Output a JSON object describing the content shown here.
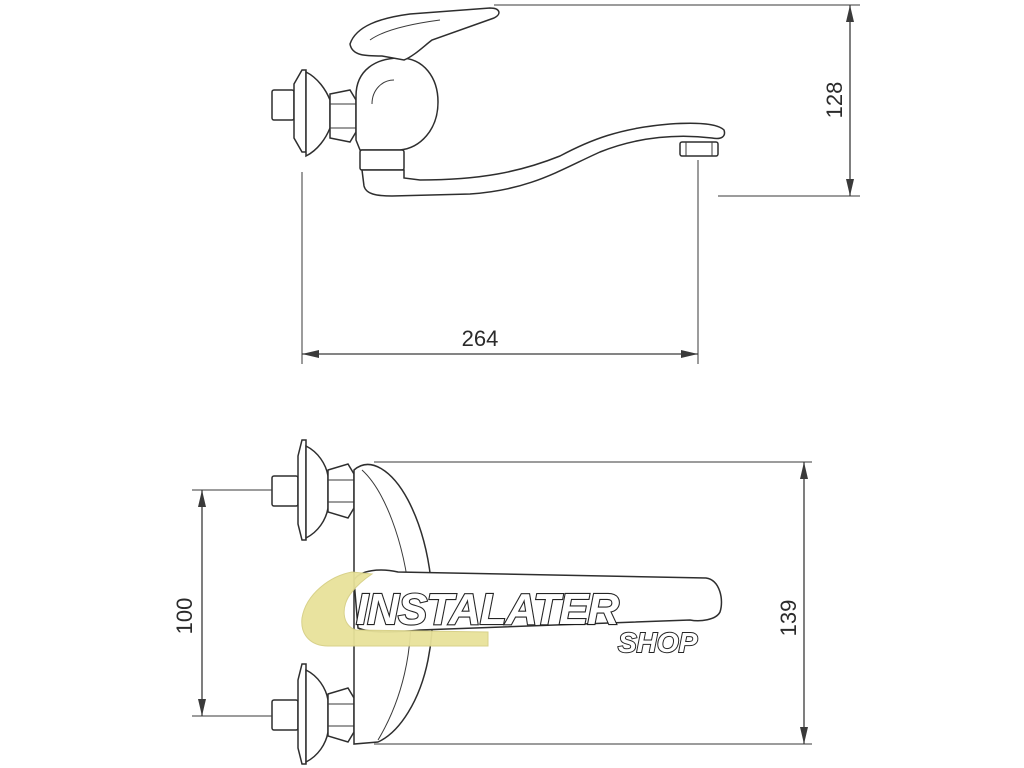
{
  "dimensions": {
    "overall_length": "264",
    "height": "128",
    "inlet_spacing": "100",
    "depth": "139"
  },
  "watermark": {
    "brand": "INSTALATER",
    "sub": "SHOP",
    "accent_color": "#e8e29a",
    "outline_color": "#1a1a1a"
  },
  "colors": {
    "line": "#3a3a3a",
    "background": "#ffffff"
  }
}
